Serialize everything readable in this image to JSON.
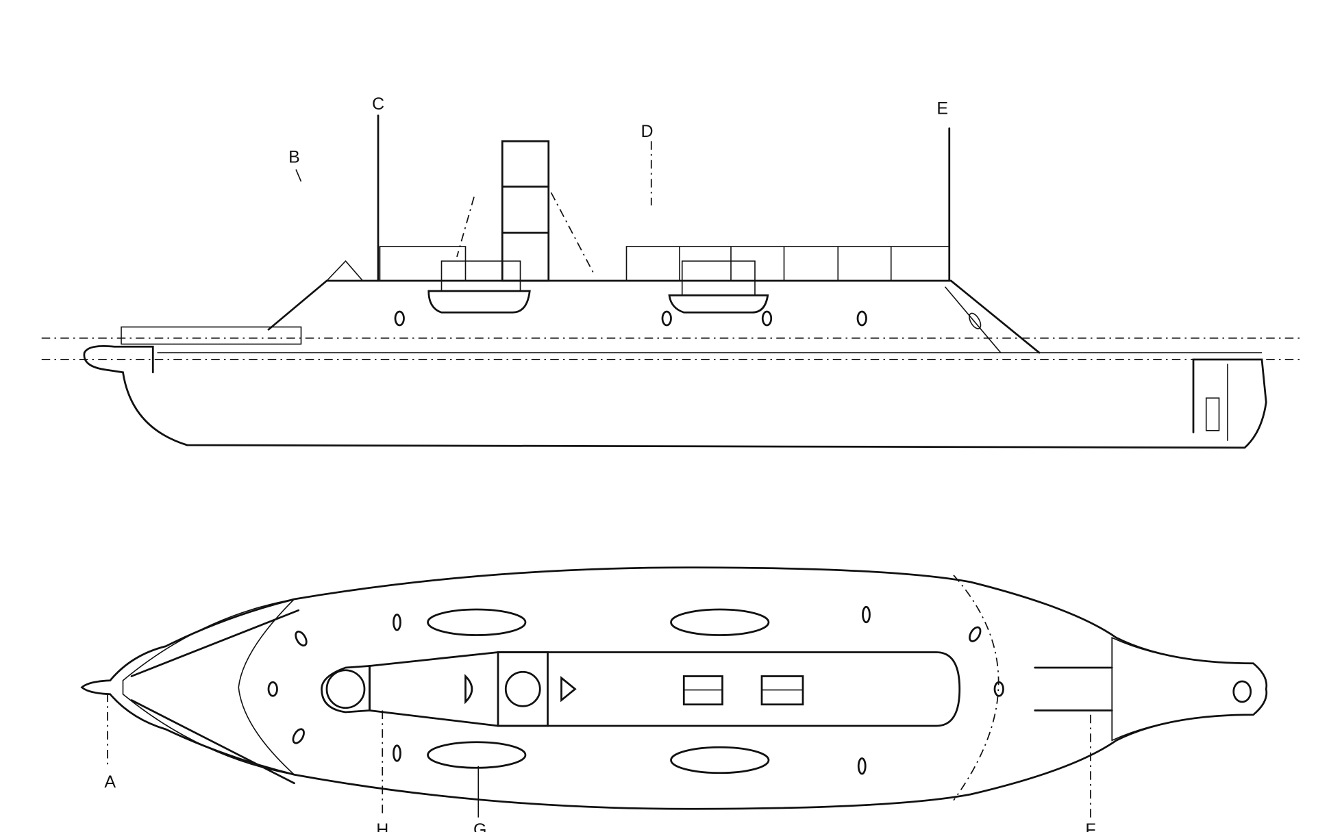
{
  "labels": {
    "A": "A",
    "B": "B",
    "C": "C",
    "D": "D",
    "E": "E",
    "F": "F",
    "G": "G",
    "H": "H"
  },
  "colors": {
    "ink": "#111111",
    "paper": "#ffffff"
  }
}
